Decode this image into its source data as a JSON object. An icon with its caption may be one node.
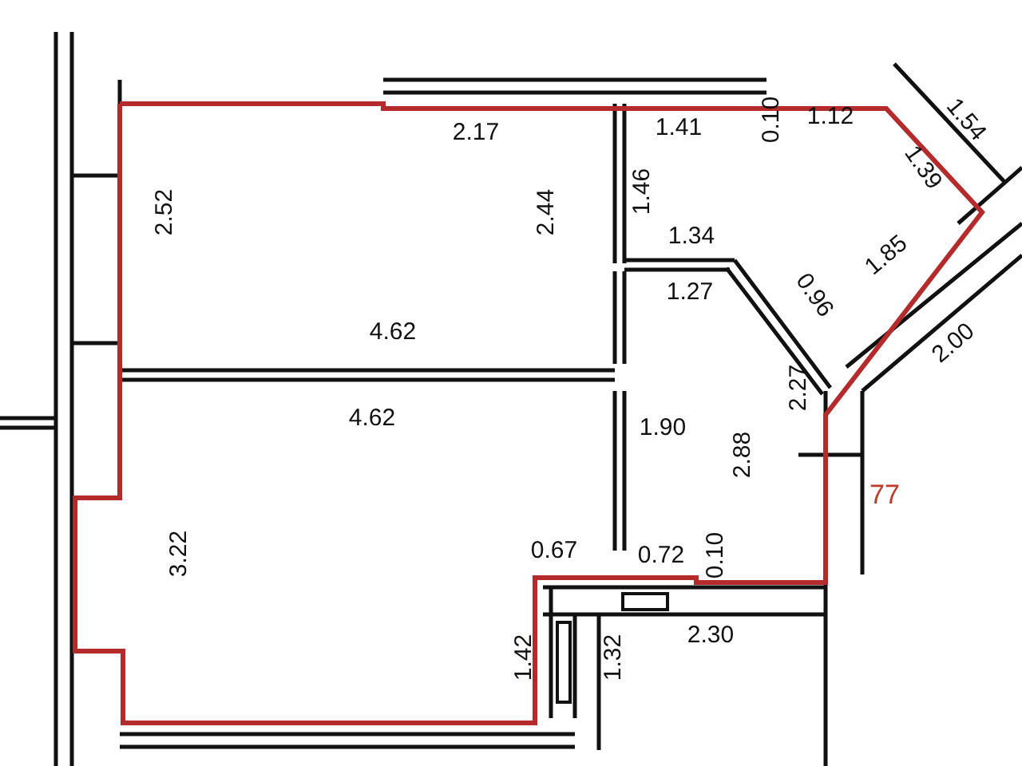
{
  "diagram": {
    "labels": [
      "1.54",
      "2.17",
      "1.41",
      "0.10",
      "1.12",
      "2.52",
      "2.44",
      "1.46",
      "1.39",
      "1.34",
      "1.85",
      "1.27",
      "0.96",
      "4.62",
      "2.00",
      "2.27",
      "4.62",
      "1.90",
      "2.88",
      "77",
      "3.22",
      "0.67",
      "0.72",
      "0.10",
      "2.30",
      "1.42",
      "1.32"
    ]
  }
}
